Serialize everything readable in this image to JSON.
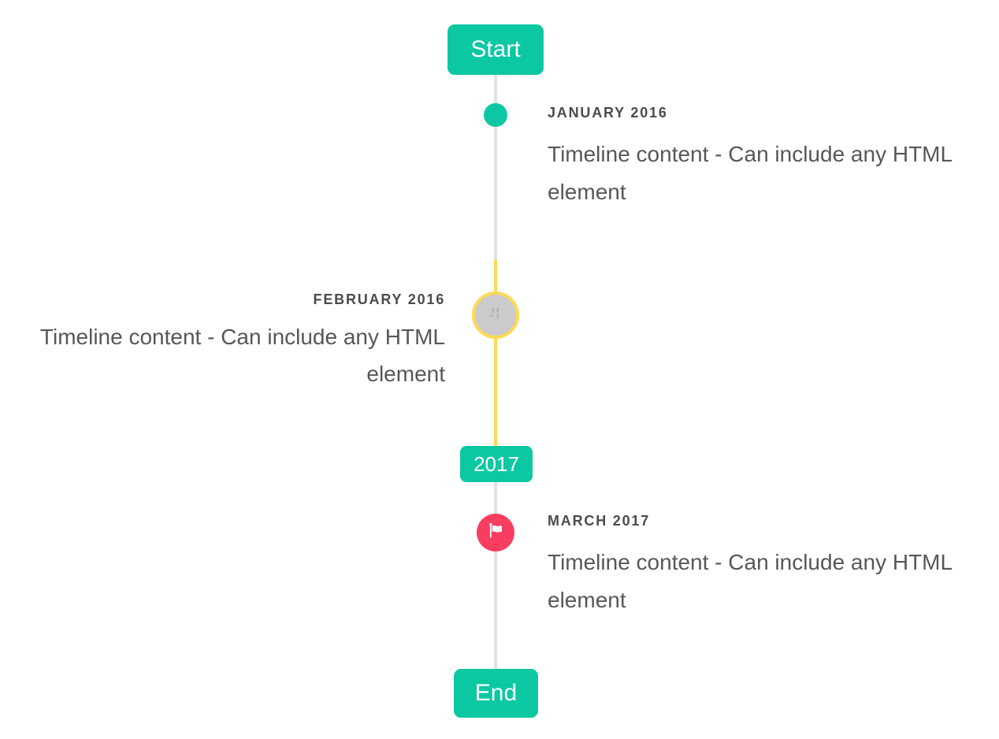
{
  "timeline": {
    "start_label": "Start",
    "year_marker_label": "2017",
    "end_label": "End",
    "events": [
      {
        "date": "JANUARY 2016",
        "content": "Timeline content - Can include any HTML element",
        "side": "right",
        "marker": "teal-dot"
      },
      {
        "date": "FEBRUARY 2016",
        "content": "Timeline content - Can include any HTML element",
        "side": "left",
        "marker": "image-circle-yellow-ring"
      },
      {
        "date": "MARCH 2017",
        "content": "Timeline content - Can include any HTML element",
        "side": "right",
        "marker": "red-flag-circle"
      }
    ],
    "colors": {
      "accent_teal": "#0bc8a2",
      "highlight_yellow": "#ffd957",
      "flag_red": "#f83e60",
      "line_gray": "#e2e2e2",
      "image_marker_fill": "#cbcbcb",
      "date_text": "#4b4b4b",
      "body_text": "#55585b",
      "badge_text": "#ffffff"
    }
  }
}
